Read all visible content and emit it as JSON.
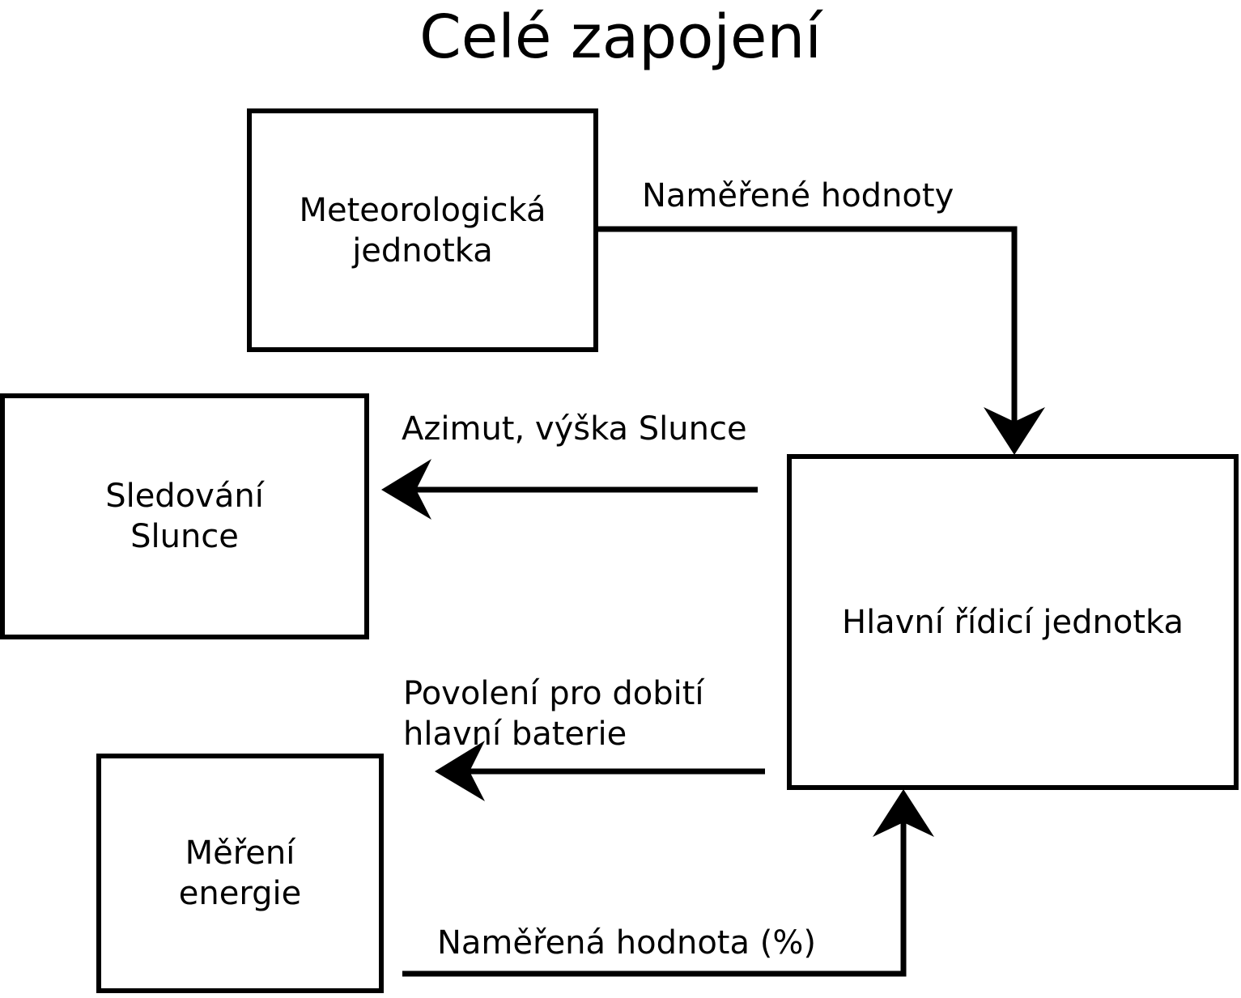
{
  "diagram": {
    "title": "Celé zapojení",
    "type": "block-diagram",
    "language": "cs",
    "colors": {
      "background": "#ffffff",
      "stroke": "#000000",
      "text": "#000000"
    },
    "nodes": [
      {
        "id": "meteo",
        "label": "Meteorologická\njednotka",
        "shape": "rectangle"
      },
      {
        "id": "sun-tracking",
        "label": "Sledování\nSlunce",
        "shape": "rectangle"
      },
      {
        "id": "main-control",
        "label": "Hlavní řídicí jednotka",
        "shape": "rectangle"
      },
      {
        "id": "energy-measurement",
        "label": "Měření\nenergie",
        "shape": "rectangle"
      }
    ],
    "edges": [
      {
        "id": "meteo-to-main",
        "from": "meteo",
        "to": "main-control",
        "label": "Naměřené hodnoty",
        "direction": "down"
      },
      {
        "id": "main-to-sun",
        "from": "main-control",
        "to": "sun-tracking",
        "label": "Azimut, výška Slunce",
        "direction": "left"
      },
      {
        "id": "main-to-energy",
        "from": "main-control",
        "to": "energy-measurement",
        "label": "Povolení pro dobití\nhlavní baterie",
        "direction": "left"
      },
      {
        "id": "energy-to-main",
        "from": "energy-measurement",
        "to": "main-control",
        "label": "Naměřená hodnota (%)",
        "direction": "up"
      }
    ]
  }
}
